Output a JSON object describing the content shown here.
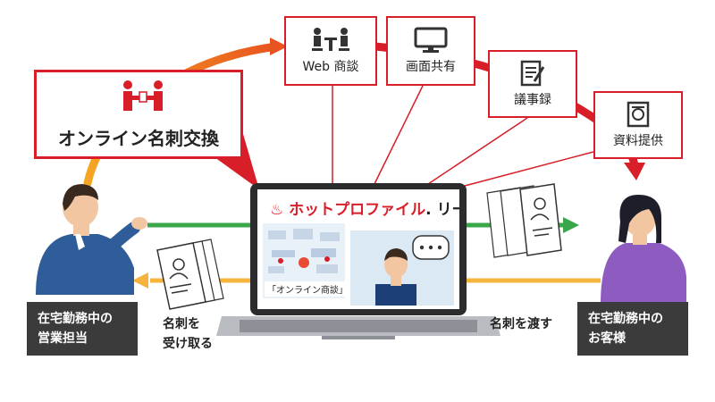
{
  "main_feature": {
    "label": "オンライン名刺交換",
    "icon": "business-card-exchange-icon"
  },
  "features": [
    {
      "label": "Web 商談",
      "icon": "meeting-icon"
    },
    {
      "label": "画面共有",
      "icon": "monitor-icon"
    },
    {
      "label": "議事録",
      "icon": "minutes-icon"
    },
    {
      "label": "資料提供",
      "icon": "document-icon"
    }
  ],
  "laptop": {
    "brand_prefix": "ホットプロファイル",
    "brand_suffix": "リーチ",
    "screen_caption": "「オンライン商談」"
  },
  "left_person_label": [
    "在宅勤務中の",
    "営業担当"
  ],
  "right_person_label": [
    "在宅勤務中の",
    "お客様"
  ],
  "receive_label": [
    "名刺を",
    "受け取る"
  ],
  "give_label": "名刺を渡す",
  "colors": {
    "red": "#d81e28",
    "green": "#3aa64a",
    "orange": "#f5b43c",
    "dark": "#3b3b3b"
  }
}
